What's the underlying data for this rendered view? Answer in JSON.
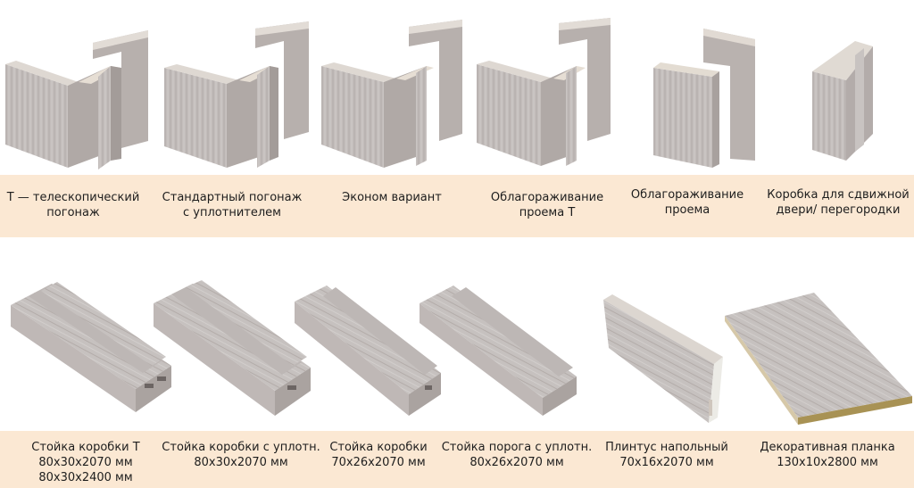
{
  "top_row": [
    {
      "id": "t-telescopic",
      "lines": [
        "Т — телескопический",
        "погонаж"
      ]
    },
    {
      "id": "standard-seal",
      "lines": [
        "Стандартный погонаж",
        "с уплотнителем"
      ]
    },
    {
      "id": "econom",
      "lines": [
        "Эконом вариант"
      ]
    },
    {
      "id": "opening-t",
      "lines": [
        "Облагораживание",
        "проема Т"
      ]
    },
    {
      "id": "opening",
      "lines": [
        "Облагораживание",
        "проема"
      ]
    },
    {
      "id": "sliding-box",
      "lines": [
        "Коробка для сдвижной",
        "двери/ перегородки"
      ]
    }
  ],
  "bottom_row": [
    {
      "id": "post-t",
      "lines": [
        "Стойка коробки Т",
        "80x30x2070 мм",
        "80x30x2400 мм"
      ]
    },
    {
      "id": "post-seal",
      "lines": [
        "Стойка коробки с уплотн.",
        "80x30x2070 мм"
      ]
    },
    {
      "id": "post-box",
      "lines": [
        "Стойка коробки",
        "70x26x2070 мм"
      ]
    },
    {
      "id": "threshold-seal",
      "lines": [
        "Стойка порога с уплотн.",
        "80x26x2070 мм"
      ]
    },
    {
      "id": "plinth",
      "lines": [
        "Плинтус напольный",
        "70x16x2070 мм"
      ]
    },
    {
      "id": "decor-plank",
      "lines": [
        "Декоративная планка",
        "130x10x2800 мм"
      ]
    }
  ],
  "colors": {
    "band": "#fbe8d3",
    "wood_light": "#cbc6c4",
    "wood_mid": "#b9b3b1",
    "wood_dark": "#a59e9b",
    "edge_raw": "#d9c7a6"
  }
}
